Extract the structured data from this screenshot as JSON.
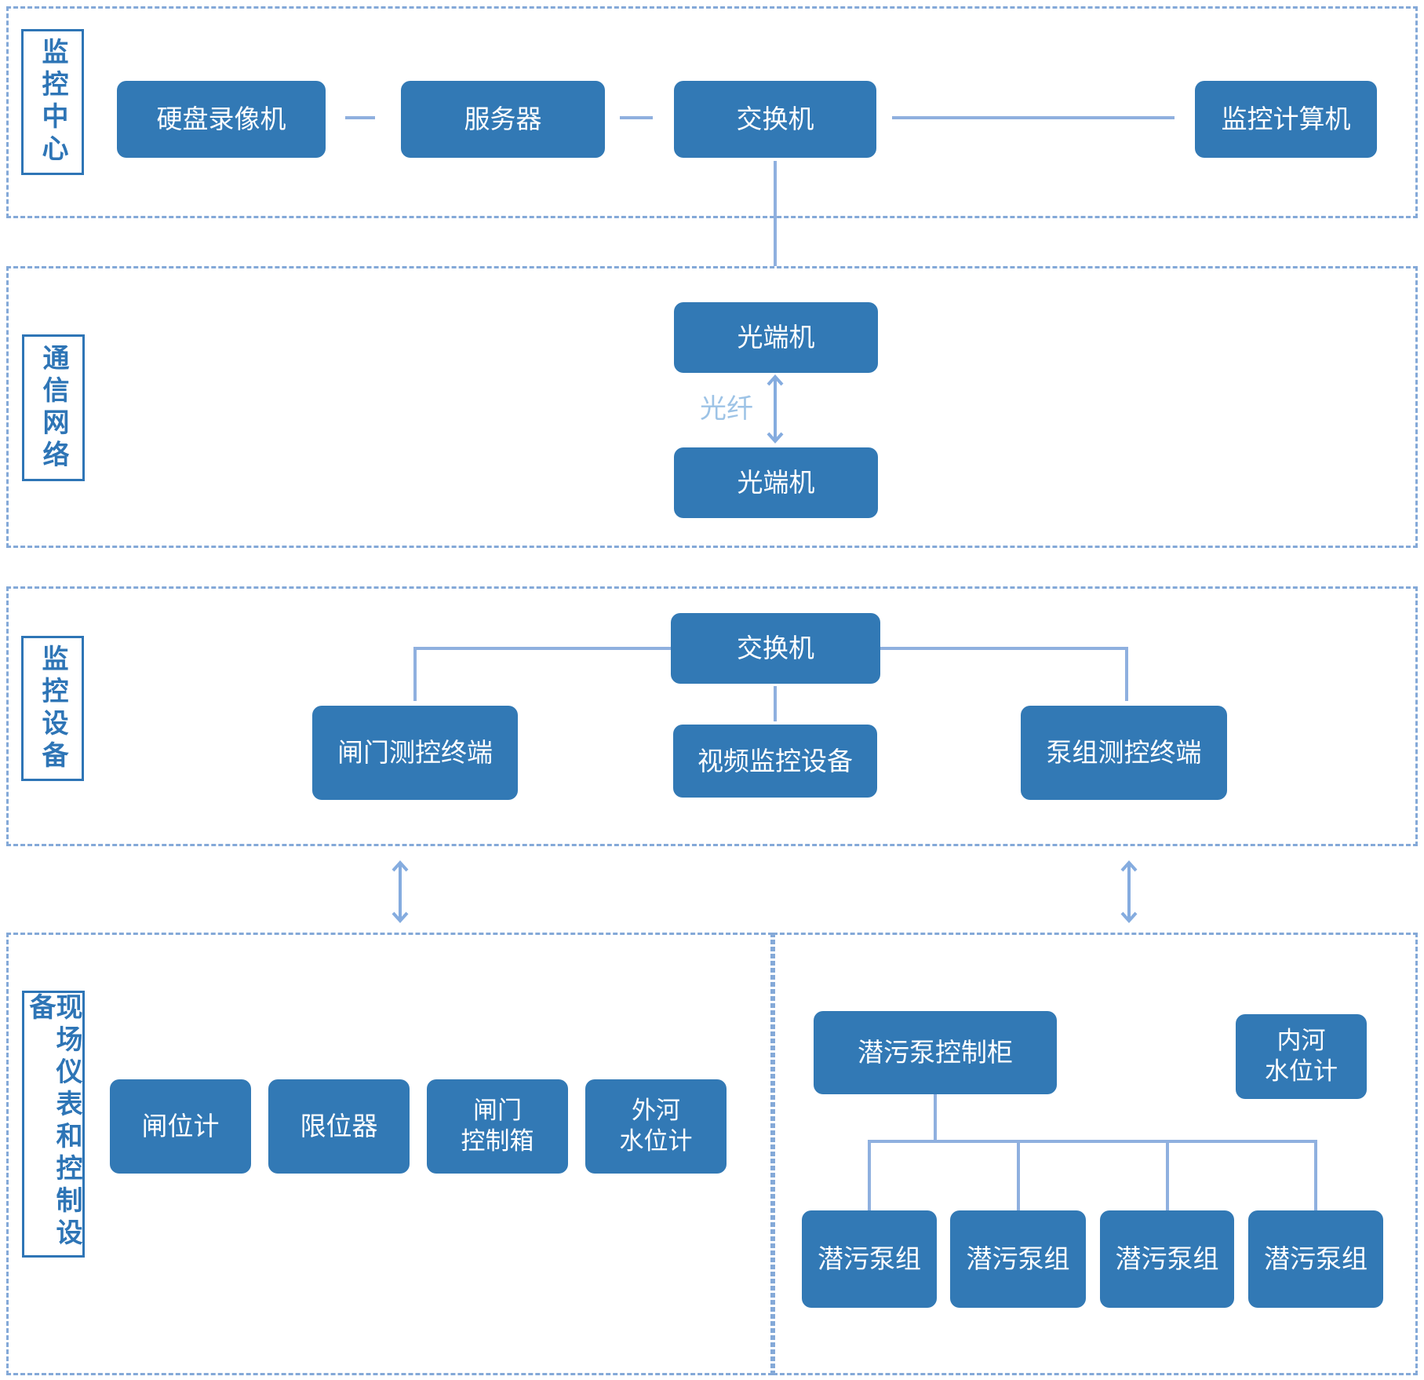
{
  "colors": {
    "node_fill": "#3279B5",
    "node_text": "#FFFFFF",
    "connector": "#8FB0DF",
    "section_dashed_border": "#84A9D8",
    "section_label_accent": "#2E75B6",
    "fiber_label_color": "#9DC3E6"
  },
  "sections": {
    "monitoring_center": {
      "label": "监控中心"
    },
    "communication_network": {
      "label": "通信网络"
    },
    "monitoring_equipment": {
      "label": "监控设备"
    },
    "field_devices": {
      "label": "现场仪表和控制设备"
    }
  },
  "nodes": {
    "dvr": "硬盘录像机",
    "server": "服务器",
    "center_switch": "交换机",
    "monitor_computer": "监控计算机",
    "optical_terminal_upper": "光端机",
    "optical_terminal_lower": "光端机",
    "field_switch": "交换机",
    "gate_terminal": "闸门测控终端",
    "video_equipment": "视频监控设备",
    "pump_terminal": "泵组测控终端",
    "gate_gauge": "闸位计",
    "limiter": "限位器",
    "gate_control_box": "闸门\n控制箱",
    "outer_river_gauge": "外河\n水位计",
    "pump_cabinet": "潜污泵控制柜",
    "inner_river_gauge": "内河\n水位计",
    "pump_groups": [
      "潜污泵组",
      "潜污泵组",
      "潜污泵组",
      "潜污泵组"
    ]
  },
  "labels": {
    "fiber": "光纤"
  }
}
